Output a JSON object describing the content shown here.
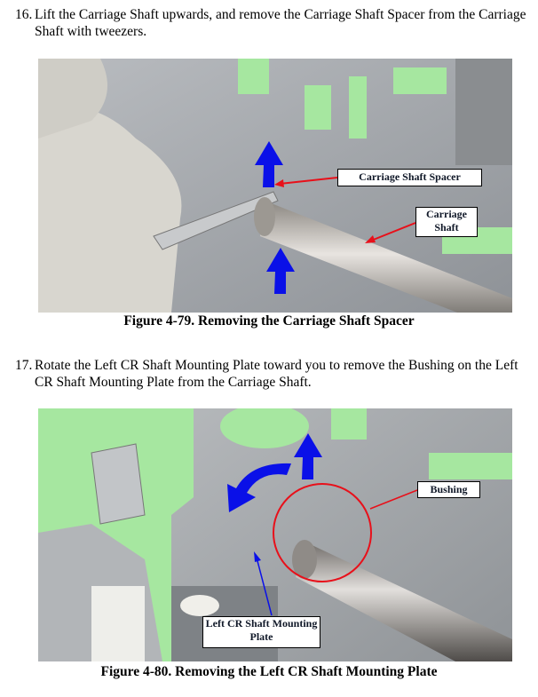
{
  "steps": [
    {
      "number": "16.",
      "text": "Lift the Carriage Shaft upwards, and remove the Carriage Shaft Spacer from the Carriage Shaft with tweezers."
    },
    {
      "number": "17.",
      "text": "Rotate the Left CR Shaft Mounting Plate toward you to remove the Bushing on the Left CR Shaft Mounting Plate from the Carriage Shaft."
    }
  ],
  "figures": [
    {
      "caption": "Figure 4-79. Removing the Carriage Shaft Spacer",
      "callouts": [
        "Carriage Shaft Spacer",
        "Carriage Shaft"
      ]
    },
    {
      "caption": "Figure 4-80. Removing the Left CR Shaft Mounting Plate",
      "callouts": [
        "Bushing",
        "Left CR Shaft Mounting Plate"
      ]
    }
  ],
  "colors": {
    "arrow_blue": "#0a10e8",
    "pointer_red": "#e8101a",
    "bg_green": "#a6e7a0",
    "metal_gray": "#a9acb0"
  }
}
